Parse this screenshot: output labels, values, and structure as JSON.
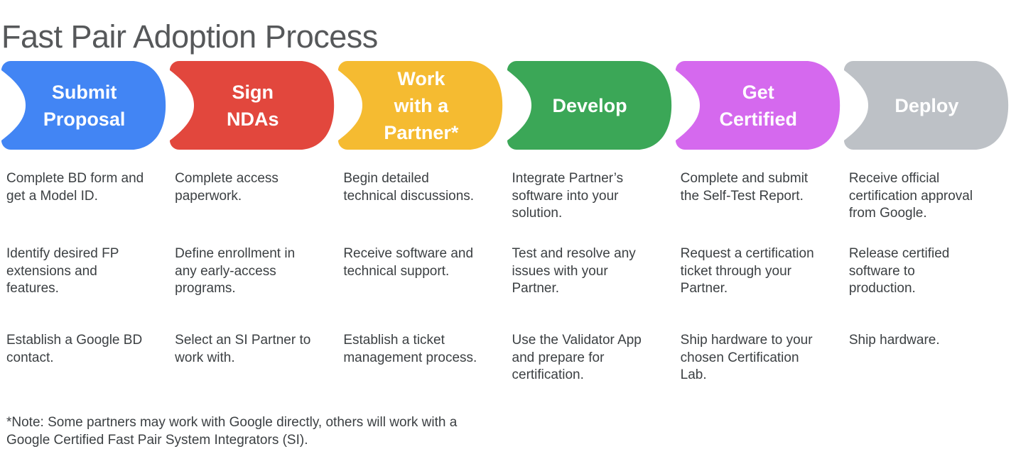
{
  "title": "Fast Pair Adoption Process",
  "stages": [
    {
      "label": "Submit\nProposal",
      "color": "#4285F4",
      "details": [
        "Complete BD form and\nget a Model ID.",
        "Identify desired FP\nextensions and\nfeatures.",
        "Establish a Google BD\ncontact."
      ]
    },
    {
      "label": "Sign\nNDAs",
      "color": "#E2473D",
      "details": [
        "Complete access\npaperwork.",
        "Define enrollment in\nany early-access\nprograms.",
        "Select an SI Partner to\nwork with."
      ]
    },
    {
      "label": "Work\nwith a\nPartner*",
      "color": "#F5BB31",
      "details": [
        "Begin detailed\ntechnical discussions.",
        "Receive software and\ntechnical support.",
        "Establish a ticket\nmanagement process."
      ]
    },
    {
      "label": "Develop",
      "color": "#3BA757",
      "details": [
        "Integrate Partner’s\nsoftware into your\nsolution.",
        "Test and resolve any\nissues with your\nPartner.",
        "Use the Validator App\nand prepare for\ncertification."
      ]
    },
    {
      "label": "Get\nCertified",
      "color": "#D569EE",
      "details": [
        "Complete and submit\nthe Self-Test Report.",
        "Request a certification\nticket through your\nPartner.",
        "Ship hardware to your\nchosen Certification\nLab."
      ]
    },
    {
      "label": "Deploy",
      "color": "#BDC1C6",
      "details": [
        "Receive official\ncertification approval\nfrom Google.",
        "Release certified\nsoftware to\nproduction.",
        "Ship hardware."
      ]
    }
  ],
  "footnote": "*Note: Some partners may work with Google directly, others will work with a\nGoogle Certified Fast Pair System Integrators (SI)."
}
